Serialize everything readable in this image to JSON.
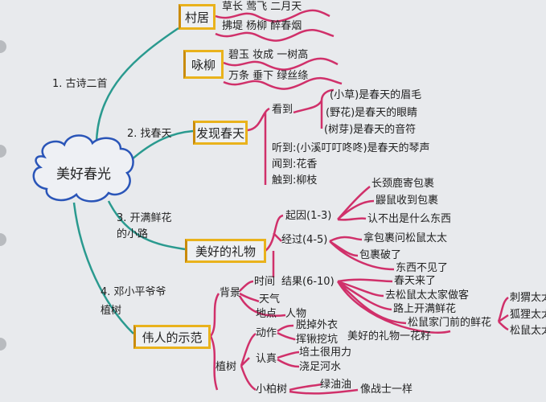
{
  "center": "美好春光",
  "colors": {
    "paper": "#e8eaed",
    "main_branch": "#2a9a8f",
    "sub_branch": "#d0306a",
    "box_border": "#e9b21c",
    "cloud": "#2a55b8"
  },
  "branches": [
    {
      "label": "1. 古诗二首",
      "boxes": [
        {
          "title": "村居",
          "lines": [
            "草长 莺飞 二月天",
            "拂堤 杨柳 醉春烟"
          ]
        },
        {
          "title": "咏柳",
          "lines": [
            "碧玉 妆成 一树高",
            "万条 垂下 绿丝绦"
          ]
        }
      ]
    },
    {
      "label": "2. 找春天",
      "box": "发现春天",
      "items": [
        {
          "label": "看到",
          "children": [
            "(小草)是春天的眉毛",
            "(野花)是春天的眼睛",
            "(树芽)是春天的音符"
          ]
        },
        {
          "label": "听到:(小溪叮叮咚咚)是春天的琴声"
        },
        {
          "label": "闻到:花香"
        },
        {
          "label": "触到:柳枝"
        }
      ]
    },
    {
      "label": "3. 开满鲜花的小路",
      "box": "美好的礼物",
      "items": [
        {
          "label": "起因(1-3)",
          "children": [
            "长颈鹿寄包裹",
            "鼹鼠收到包裹",
            "认不出是什么东西"
          ]
        },
        {
          "label": "经过(4-5)",
          "children": [
            "拿包裹问松鼠太太",
            "包裹破了",
            "东西不见了"
          ]
        },
        {
          "label": "结果(6-10)",
          "children": [
            "春天来了",
            "去松鼠太太家做客",
            "路上开满鲜花",
            "松鼠家门前的鲜花",
            "美好的礼物一花籽"
          ],
          "others": [
            "刺猬太太",
            "狐狸太太",
            "松鼠太太"
          ]
        }
      ]
    },
    {
      "label": "4. 邓小平爷爷植树",
      "box": "伟人的示范",
      "items": [
        {
          "label": "背景",
          "children": [
            "时间",
            "天气",
            "地点",
            "人物"
          ]
        },
        {
          "label": "植树",
          "children": [
            {
              "label": "动作",
              "children": [
                "脱掉外衣",
                "挥锹挖坑"
              ]
            },
            {
              "label": "认真",
              "children": [
                "培土很用力",
                "浇足河水"
              ]
            },
            {
              "label": "小柏树",
              "children": [
                "绿油油",
                "像战士一样"
              ]
            }
          ]
        }
      ]
    }
  ]
}
